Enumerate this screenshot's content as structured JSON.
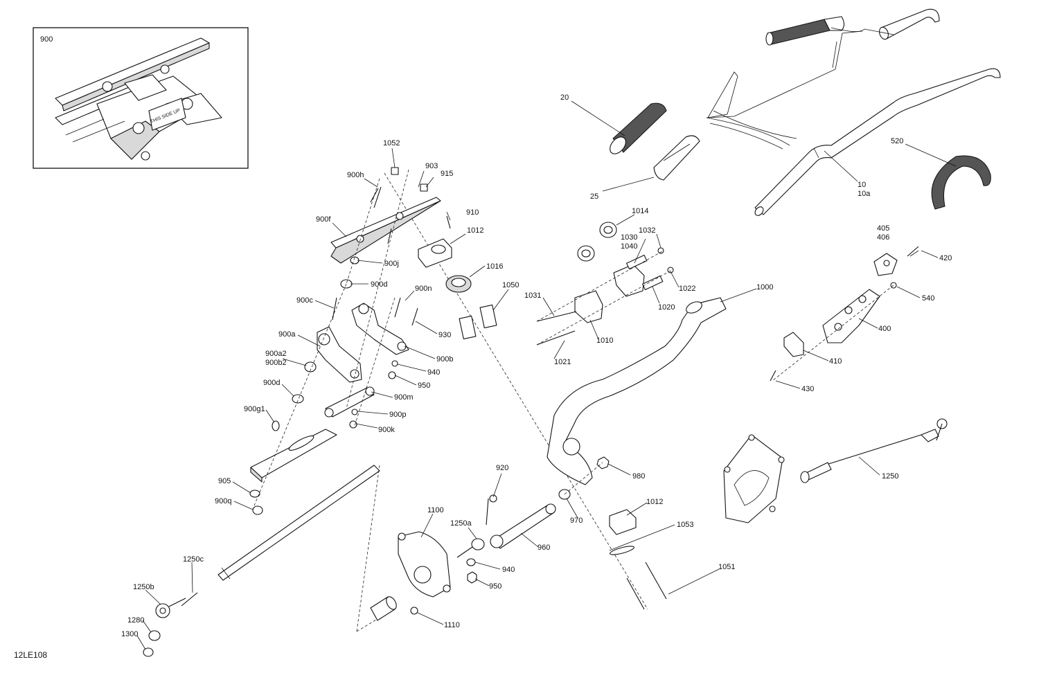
{
  "diagram": {
    "reference_code": "12LE108",
    "inset_label": "900",
    "inset_stamp": "THIS SIDE UP",
    "labels": {
      "l20": "20",
      "l25": "25",
      "l10": "10",
      "l10a": "10a",
      "l520": "520",
      "l1052": "1052",
      "l903": "903",
      "l915": "915",
      "l900h": "900h",
      "l900f": "900f",
      "l910": "910",
      "l1012a": "1012",
      "l900j": "900j",
      "l900d_a": "900d",
      "l1016": "1016",
      "l1014": "1014",
      "l1030": "1030",
      "l1040": "1040",
      "l1032": "1032",
      "l405": "405",
      "l406": "406",
      "l420": "420",
      "l540": "540",
      "l1022": "1022",
      "l1020": "1020",
      "l1000": "1000",
      "l900n": "900n",
      "l900c": "900c",
      "l1050": "1050",
      "l1031": "1031",
      "l930": "930",
      "l900a": "900a",
      "l1010": "1010",
      "l400": "400",
      "l900b": "900b",
      "l900a2": "900a2",
      "l900b2": "900b2",
      "l940a": "940",
      "l1021": "1021",
      "l410": "410",
      "l900d_b": "900d",
      "l950a": "950",
      "l430": "430",
      "l900m": "900m",
      "l900g1": "900g1",
      "l900p": "900p",
      "l900k": "900k",
      "l920": "920",
      "l980": "980",
      "l1250": "1250",
      "l905": "905",
      "l900q": "900q",
      "l1100": "1100",
      "l1012b": "1012",
      "l970": "970",
      "l1250a": "1250a",
      "l1053": "1053",
      "l960": "960",
      "l1250c": "1250c",
      "l940b": "940",
      "l1051": "1051",
      "l1250b": "1250b",
      "l950b": "950",
      "l1280": "1280",
      "l1110": "1110",
      "l1300": "1300"
    }
  }
}
